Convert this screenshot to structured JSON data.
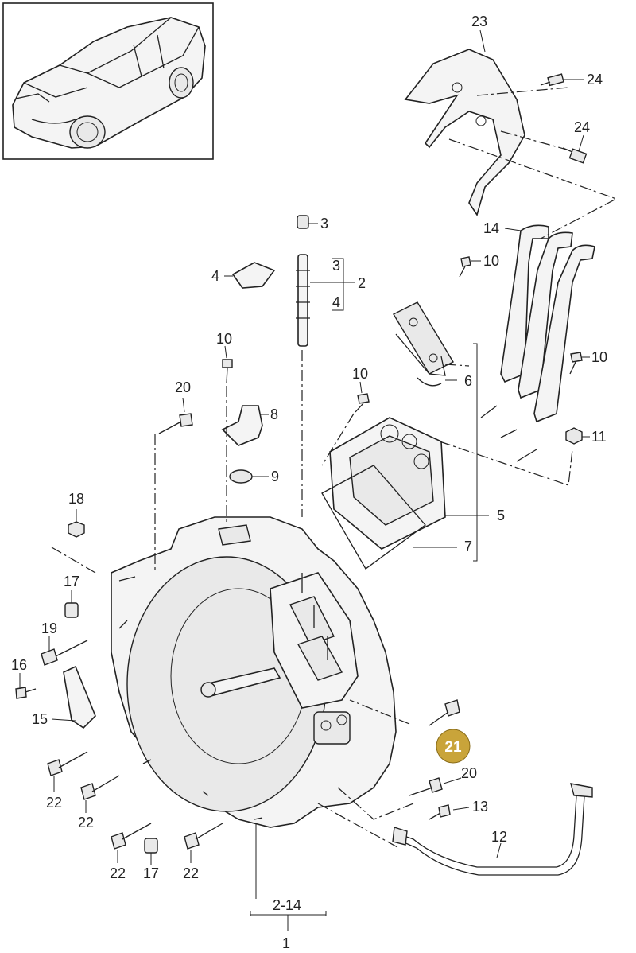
{
  "diagram": {
    "callouts": {
      "c1": "1",
      "c2": "2",
      "c2_14": "2-14",
      "c3a": "3",
      "c3b": "3",
      "c4a": "4",
      "c4b": "4",
      "c5": "5",
      "c6": "6",
      "c7": "7",
      "c8": "8",
      "c9": "9",
      "c10a": "10",
      "c10b": "10",
      "c10c": "10",
      "c10d": "10",
      "c11": "11",
      "c12": "12",
      "c13": "13",
      "c14": "14",
      "c15": "15",
      "c16": "16",
      "c17a": "17",
      "c17b": "17",
      "c18": "18",
      "c19": "19",
      "c20a": "20",
      "c20b": "20",
      "c21": "21",
      "c22a": "22",
      "c22b": "22",
      "c22c": "22",
      "c22d": "22",
      "c23": "23",
      "c24a": "24",
      "c24b": "24"
    },
    "highlight_color": "#c9a43a",
    "highlight_text_color": "#ffffff",
    "thumbnail": "car-thumbnail"
  }
}
